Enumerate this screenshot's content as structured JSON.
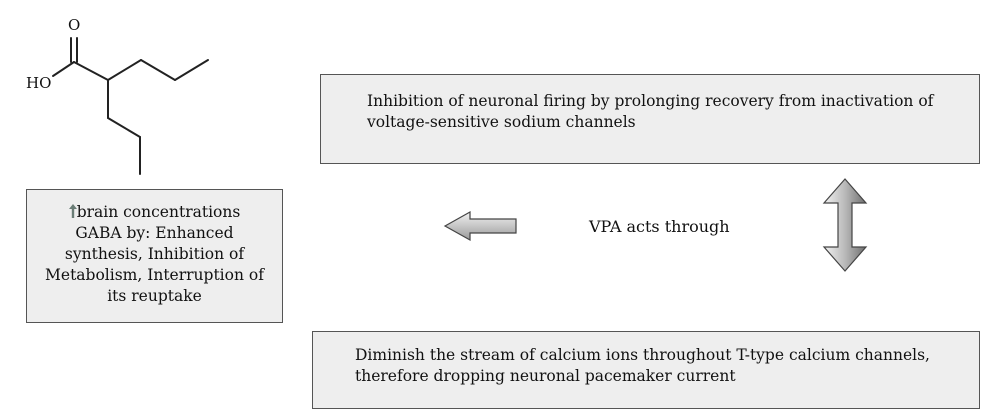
{
  "molecule": {
    "carbonyl_o": "O",
    "hydroxyl": "HO"
  },
  "boxes": {
    "sodium": {
      "line1": "Inhibition of neuronal firing by prolonging recovery from inactivation of",
      "line2": "voltage-sensitive sodium channels"
    },
    "calcium": {
      "line1": "Diminish the stream of calcium ions throughout T-type calcium channels,",
      "line2": "therefore dropping neuronal pacemaker current"
    },
    "gaba": {
      "line1": "brain concentrations",
      "line2": "GABA by: Enhanced",
      "line3": "synthesis, Inhibition of",
      "line4": "Metabolism, Interruption of",
      "line5": "its reuptake"
    }
  },
  "center_label": "VPA acts through",
  "icons": {
    "gaba_prefix": "up-arrow-icon",
    "left_arrow": "left-arrow-icon",
    "vertical_arrow": "double-vertical-arrow-icon"
  },
  "colors": {
    "box_fill": "#eeeeee",
    "box_border": "#555555",
    "arrow_light": "#e6e6e6",
    "arrow_dark": "#6f6f6f",
    "up_arrow": "#6a7d76"
  }
}
